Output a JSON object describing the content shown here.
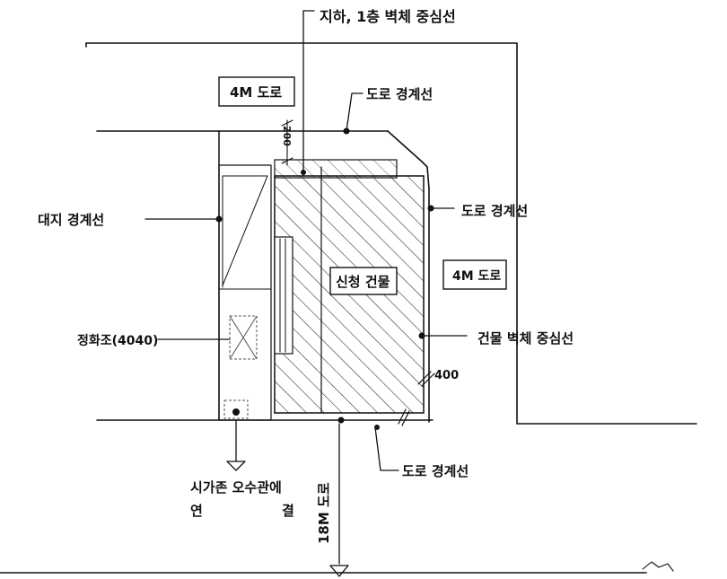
{
  "labels": {
    "wall_center_basement_1f": "지하, 1층 벽체 중심선",
    "road_4m_top": "4M 도로",
    "road_boundary_top": "도로 경계선",
    "lot_boundary_left": "대지 경계선",
    "road_boundary_right": "도로 경계선",
    "road_4m_right": "4M 도로",
    "new_building": "신청 건물",
    "building_wall_center": "건물 벽체 중심선",
    "septic_tank": "정화조(4040)",
    "dim_right": "400",
    "road_boundary_bottom": "도로 경계선",
    "road_18m": "18M 도로",
    "sewer_line1": "시가존 오수관에",
    "sewer_line2_a": "연",
    "sewer_line2_b": "결",
    "dim_top_left": "200"
  }
}
